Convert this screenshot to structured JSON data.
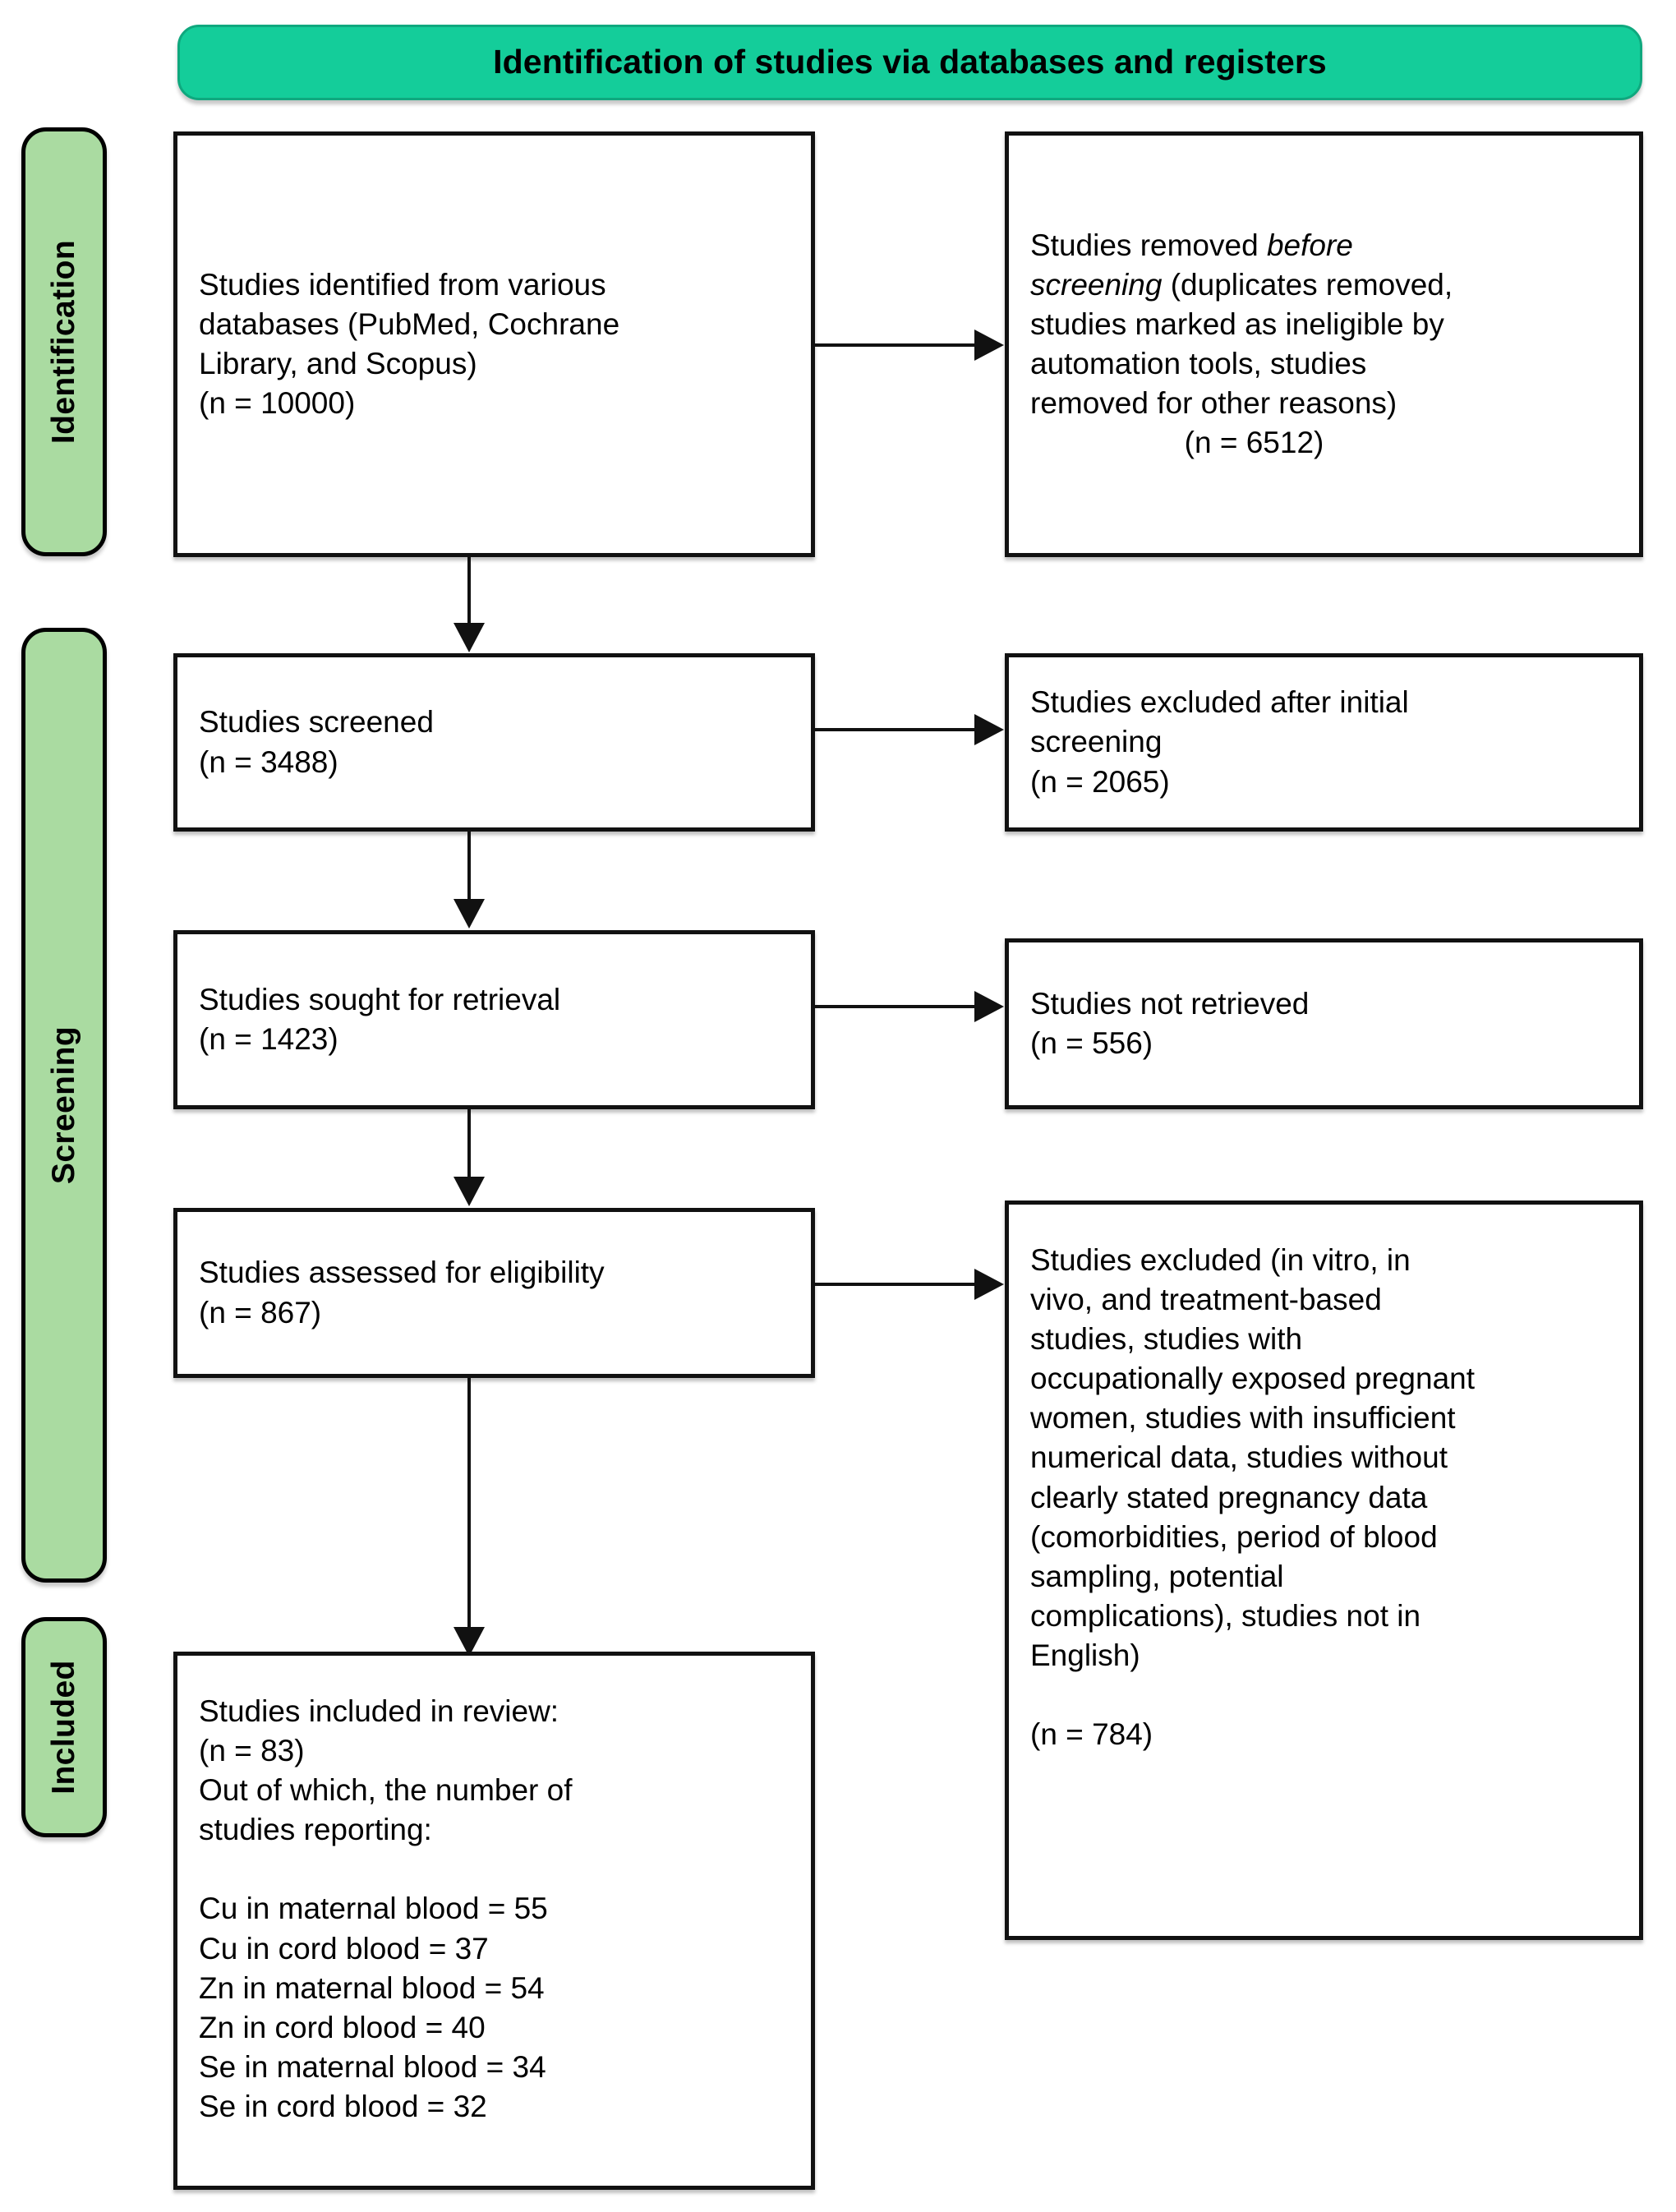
{
  "diagram": {
    "type": "prisma-flow-diagram",
    "header": {
      "title": "Identification of studies via databases and registers",
      "background_color": "#14cd9a"
    },
    "stage_rails": [
      {
        "label": "Identification",
        "color": "#aadba1"
      },
      {
        "label": "Screening",
        "color": "#aadba1"
      },
      {
        "label": "Included",
        "color": "#aadba1"
      }
    ],
    "boxes": {
      "identified": {
        "text": "Studies identified from various\ndatabases (PubMed, Cochrane\nLibrary, and Scopus)\n(n = 10000)",
        "n": 10000
      },
      "removed_before_screening": {
        "line1_plain": "Studies removed ",
        "line1_italic": "before",
        "line2_italic": "screening",
        "line2_plain": " (duplicates removed,",
        "rest": "studies marked as ineligible by\nautomation tools, studies\nremoved for other reasons)",
        "count_line": "(n = 6512)",
        "n": 6512
      },
      "screened": {
        "text": "Studies screened\n(n = 3488)",
        "n": 3488
      },
      "excluded_initial": {
        "text": "Studies excluded after initial\nscreening\n(n = 2065)",
        "n": 2065
      },
      "sought_retrieval": {
        "text": "Studies sought for retrieval\n(n = 1423)",
        "n": 1423
      },
      "not_retrieved": {
        "text": "Studies not retrieved\n(n = 556)",
        "n": 556
      },
      "assessed_eligibility": {
        "text": "Studies assessed for eligibility\n(n = 867)",
        "n": 867
      },
      "excluded_full": {
        "text": "Studies excluded (in vitro, in\nvivo, and treatment-based\nstudies, studies with\noccupationally exposed pregnant\nwomen, studies with insufficient\nnumerical data, studies without\nclearly stated pregnancy data\n(comorbidities, period of blood\nsampling, potential\ncomplications), studies not in\nEnglish)\n\n(n = 784)",
        "n": 784
      },
      "included_review": {
        "text": "Studies included in review:\n(n = 83)\nOut of which, the number of\nstudies reporting:\n\nCu in maternal blood = 55\nCu in cord blood = 37\nZn in maternal blood = 54\nZn in cord blood = 40\nSe in maternal blood = 34\nSe in cord blood = 32",
        "n": 83,
        "reporting": [
          {
            "label": "Cu in maternal blood",
            "value": 55
          },
          {
            "label": "Cu in cord blood",
            "value": 37
          },
          {
            "label": "Zn in maternal blood",
            "value": 54
          },
          {
            "label": "Zn in cord blood",
            "value": 40
          },
          {
            "label": "Se in maternal blood",
            "value": 34
          },
          {
            "label": "Se in cord blood",
            "value": 32
          }
        ]
      }
    }
  }
}
